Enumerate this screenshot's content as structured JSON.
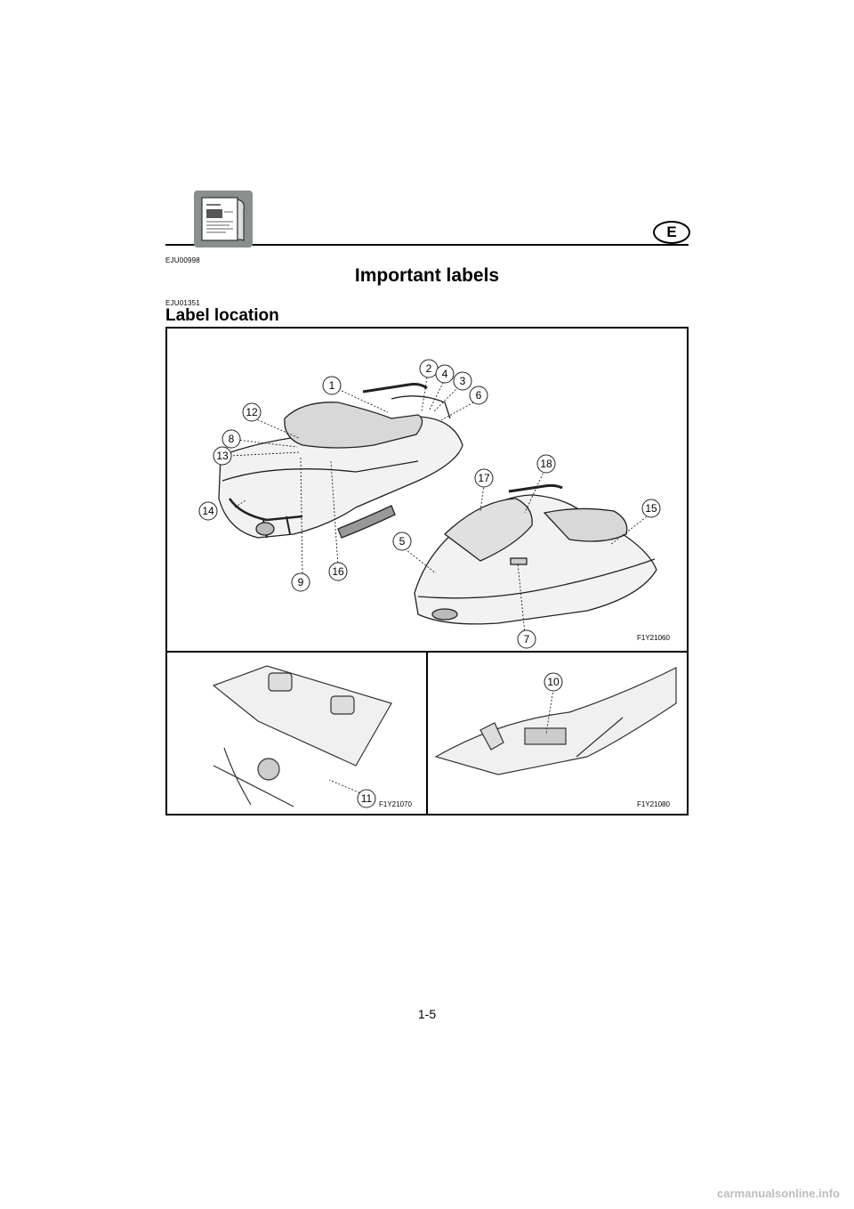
{
  "header": {
    "language_badge": "E",
    "icon": "manual-book-icon"
  },
  "section": {
    "code": "EJU00998",
    "title": "Important labels"
  },
  "subsection": {
    "code": "EJU01351",
    "title": "Label location"
  },
  "figures": {
    "main_code": "F1Y21060",
    "left_code": "F1Y21070",
    "right_code": "F1Y21080",
    "callouts": {
      "c1": "1",
      "c2": "2",
      "c3": "3",
      "c4": "4",
      "c5": "5",
      "c6": "6",
      "c7": "7",
      "c8": "8",
      "c9": "9",
      "c10": "10",
      "c11": "11",
      "c12": "12",
      "c13": "13",
      "c14": "14",
      "c15": "15",
      "c16": "16",
      "c17": "17",
      "c18": "18"
    }
  },
  "footer": {
    "page_number": "1-5",
    "watermark": "carmanualsonline.info"
  }
}
